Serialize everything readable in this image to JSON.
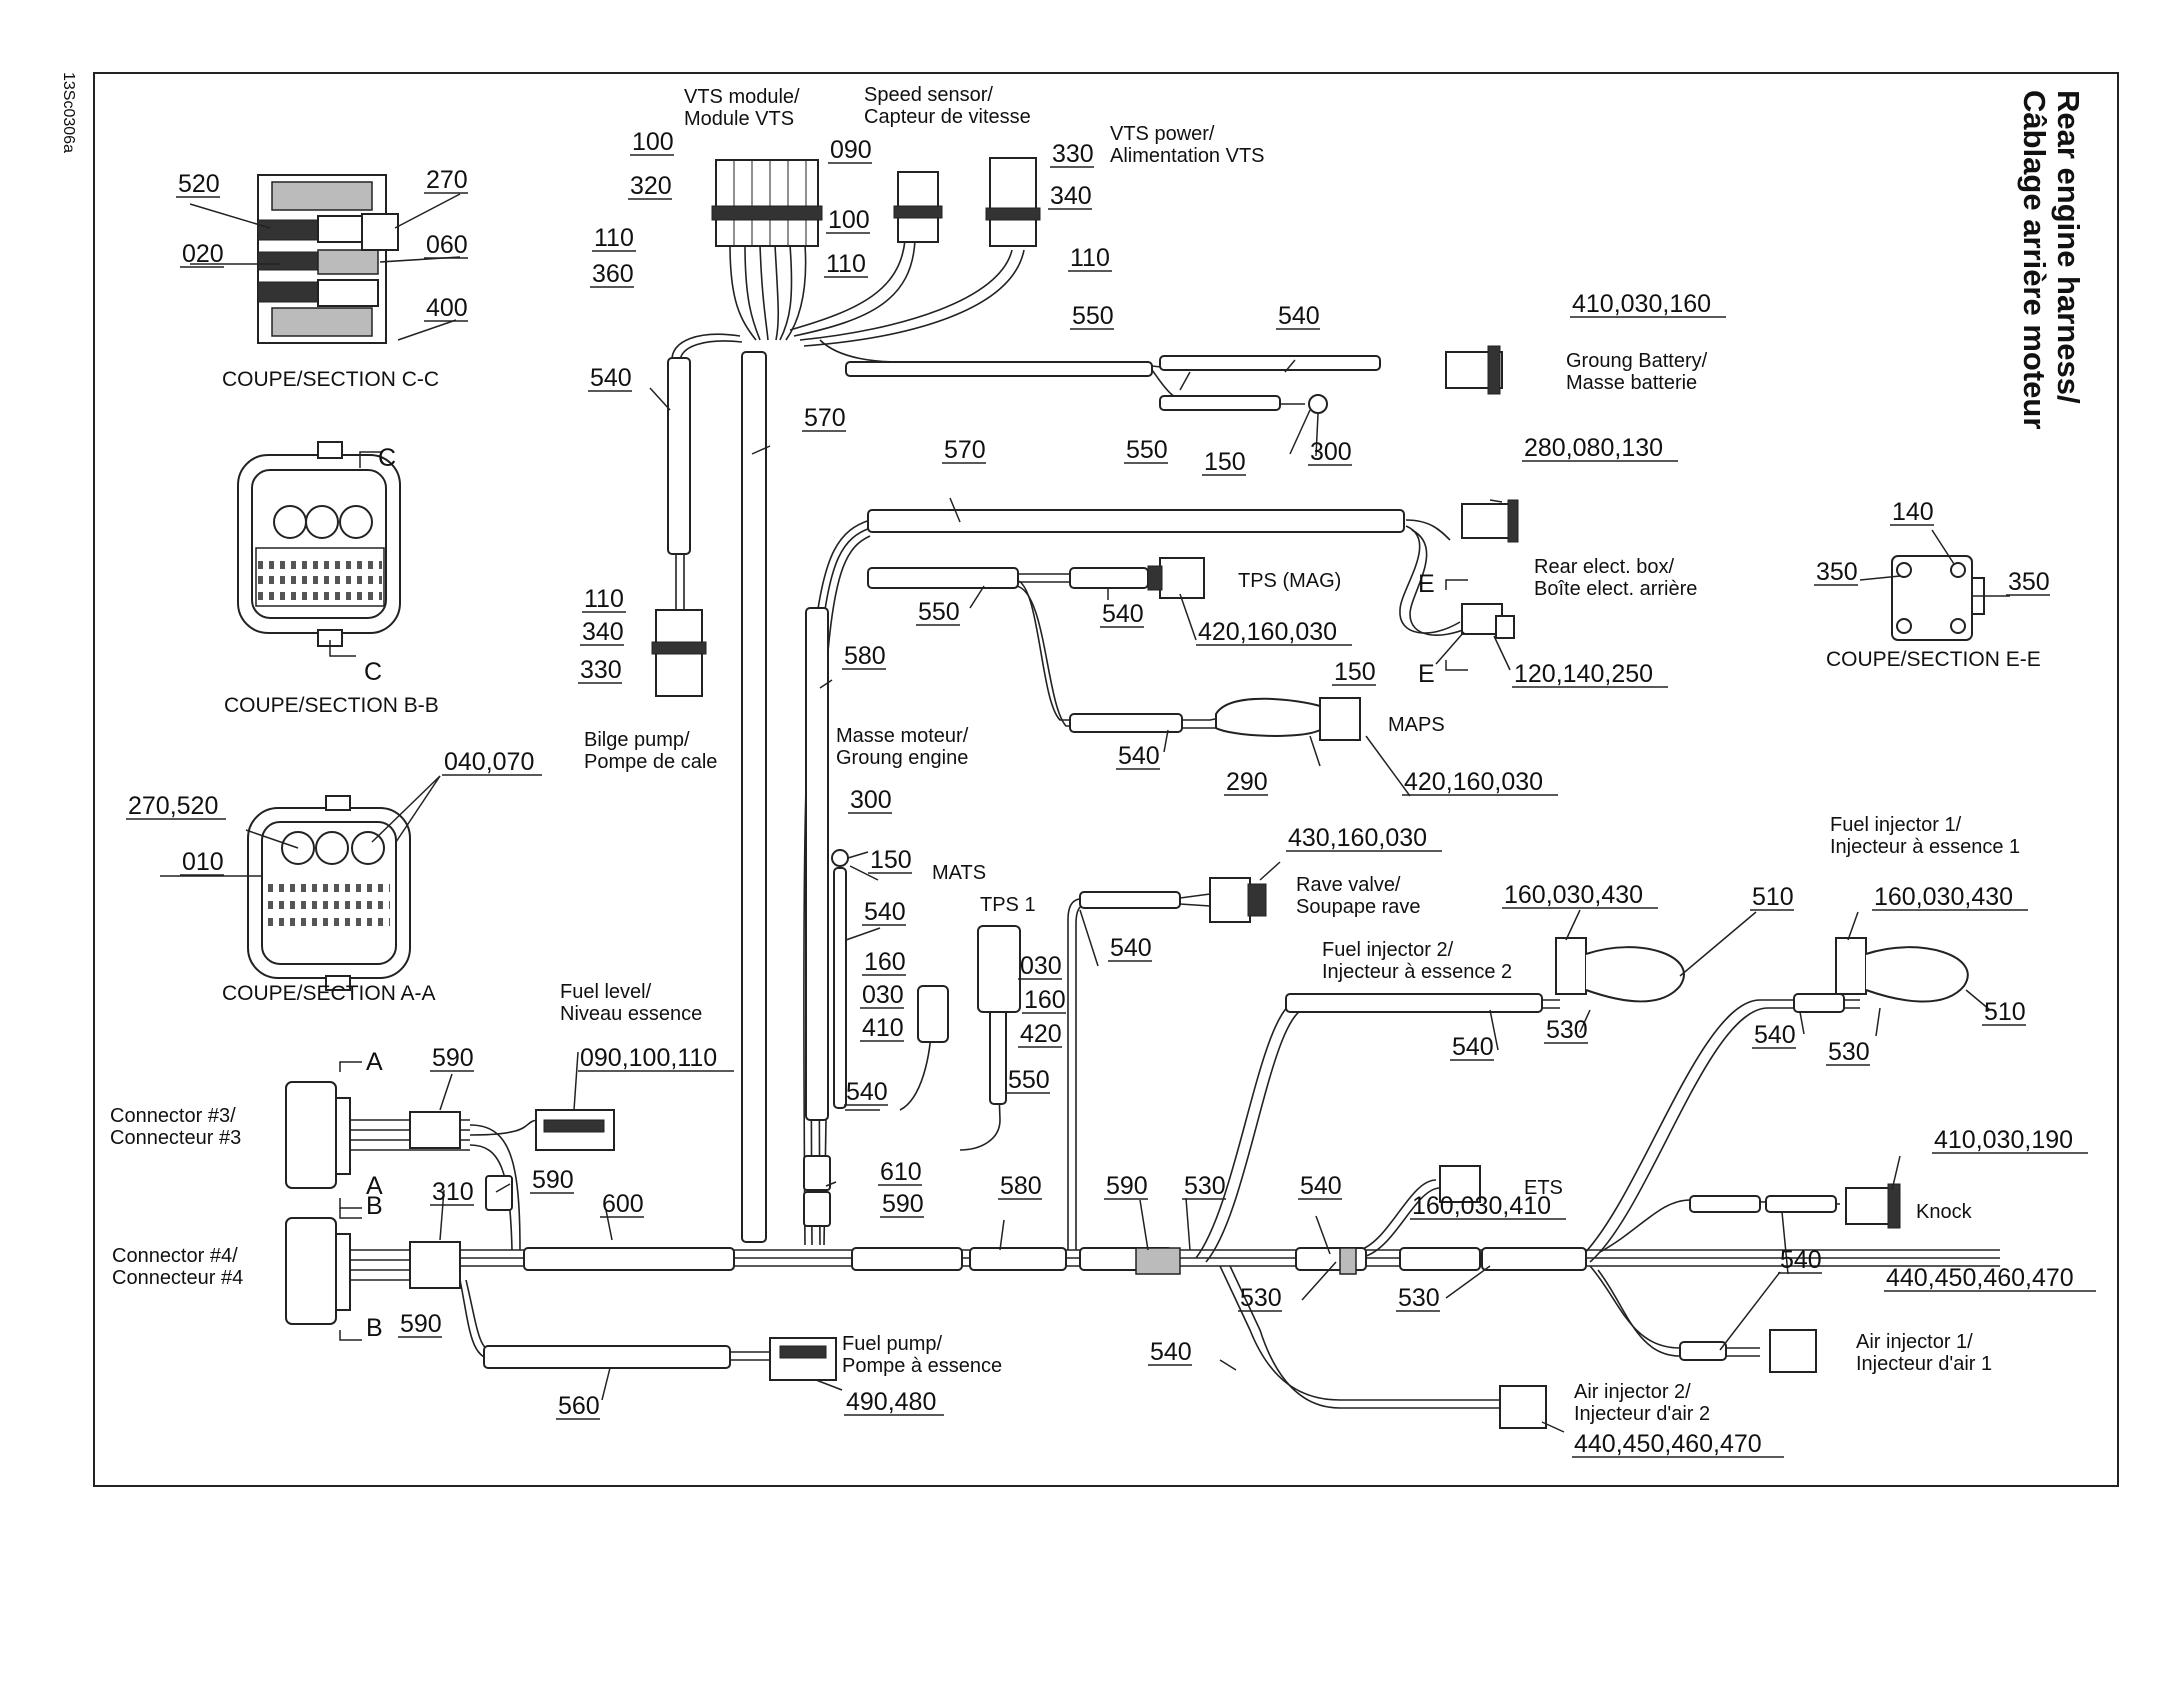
{
  "title": {
    "line1": "Rear engine harness/",
    "line2": "Câblage arrière moteur"
  },
  "side_code": "13Sc0306a",
  "captions": [
    {
      "id": "vts-module",
      "lines": [
        "VTS module/",
        "Module VTS"
      ]
    },
    {
      "id": "speed-sensor",
      "lines": [
        "Speed sensor/",
        "Capteur de vitesse"
      ]
    },
    {
      "id": "vts-power",
      "lines": [
        "VTS power/",
        "Alimentation VTS"
      ]
    },
    {
      "id": "ground-battery",
      "lines": [
        "Groung Battery/",
        "Masse batterie"
      ]
    },
    {
      "id": "rear-elect-box",
      "lines": [
        "Rear elect. box/",
        "Boîte elect. arrière"
      ]
    },
    {
      "id": "tps-mag",
      "lines": [
        "TPS (MAG)"
      ]
    },
    {
      "id": "maps",
      "lines": [
        "MAPS"
      ]
    },
    {
      "id": "bilge-pump",
      "lines": [
        "Bilge pump/",
        "Pompe de cale"
      ]
    },
    {
      "id": "ground-engine",
      "lines": [
        "Masse moteur/",
        "Groung engine"
      ]
    },
    {
      "id": "mats",
      "lines": [
        "MATS"
      ]
    },
    {
      "id": "tps1",
      "lines": [
        "TPS 1"
      ]
    },
    {
      "id": "rave-valve",
      "lines": [
        "Rave valve/",
        "Soupape rave"
      ]
    },
    {
      "id": "fuel-injector-2",
      "lines": [
        "Fuel injector 2/",
        "Injecteur à essence 2"
      ]
    },
    {
      "id": "fuel-injector-1",
      "lines": [
        "Fuel injector 1/",
        "Injecteur à essence 1"
      ]
    },
    {
      "id": "fuel-level",
      "lines": [
        "Fuel level/",
        "Niveau essence"
      ]
    },
    {
      "id": "connector-3",
      "lines": [
        "Connector #3/",
        "Connecteur #3"
      ]
    },
    {
      "id": "connector-4",
      "lines": [
        "Connector #4/",
        "Connecteur #4"
      ]
    },
    {
      "id": "fuel-pump",
      "lines": [
        "Fuel pump/",
        "Pompe à essence"
      ]
    },
    {
      "id": "ets",
      "lines": [
        "ETS"
      ]
    },
    {
      "id": "knock",
      "lines": [
        "Knock"
      ]
    },
    {
      "id": "air-injector-1",
      "lines": [
        "Air injector 1/",
        "Injecteur d'air 1"
      ]
    },
    {
      "id": "air-injector-2",
      "lines": [
        "Air injector 2/",
        "Injecteur d'air 2"
      ]
    }
  ],
  "sections": [
    {
      "id": "section-c",
      "label": "COUPE/SECTION C-C"
    },
    {
      "id": "section-b",
      "label": "COUPE/SECTION B-B"
    },
    {
      "id": "section-a",
      "label": "COUPE/SECTION A-A"
    },
    {
      "id": "section-e",
      "label": "COUPE/SECTION E-E"
    }
  ],
  "callouts": [
    {
      "text": "520"
    },
    {
      "text": "270"
    },
    {
      "text": "020"
    },
    {
      "text": "060"
    },
    {
      "text": "400"
    },
    {
      "text": "100"
    },
    {
      "text": "320"
    },
    {
      "text": "110"
    },
    {
      "text": "360"
    },
    {
      "text": "090"
    },
    {
      "text": "100"
    },
    {
      "text": "110"
    },
    {
      "text": "330"
    },
    {
      "text": "340"
    },
    {
      "text": "110"
    },
    {
      "text": "550"
    },
    {
      "text": "540"
    },
    {
      "text": "410,030,160"
    },
    {
      "text": "540"
    },
    {
      "text": "570"
    },
    {
      "text": "550"
    },
    {
      "text": "150"
    },
    {
      "text": "300"
    },
    {
      "text": "570"
    },
    {
      "text": "280,080,130"
    },
    {
      "text": "550"
    },
    {
      "text": "540"
    },
    {
      "text": "420,160,030"
    },
    {
      "text": "150"
    },
    {
      "text": "120,140,250"
    },
    {
      "text": "110"
    },
    {
      "text": "340"
    },
    {
      "text": "330"
    },
    {
      "text": "580"
    },
    {
      "text": "540"
    },
    {
      "text": "290"
    },
    {
      "text": "420,160,030"
    },
    {
      "text": "140"
    },
    {
      "text": "350"
    },
    {
      "text": "350"
    },
    {
      "text": "040,070"
    },
    {
      "text": "270,520"
    },
    {
      "text": "010"
    },
    {
      "text": "300"
    },
    {
      "text": "150"
    },
    {
      "text": "540"
    },
    {
      "text": "160"
    },
    {
      "text": "030"
    },
    {
      "text": "410"
    },
    {
      "text": "030"
    },
    {
      "text": "160"
    },
    {
      "text": "420"
    },
    {
      "text": "540"
    },
    {
      "text": "550"
    },
    {
      "text": "430,160,030"
    },
    {
      "text": "540"
    },
    {
      "text": "160,030,430"
    },
    {
      "text": "510"
    },
    {
      "text": "160,030,430"
    },
    {
      "text": "510"
    },
    {
      "text": "540"
    },
    {
      "text": "530"
    },
    {
      "text": "540"
    },
    {
      "text": "530"
    },
    {
      "text": "590"
    },
    {
      "text": "090,100,110"
    },
    {
      "text": "590"
    },
    {
      "text": "310"
    },
    {
      "text": "600"
    },
    {
      "text": "610"
    },
    {
      "text": "590"
    },
    {
      "text": "580"
    },
    {
      "text": "590"
    },
    {
      "text": "530"
    },
    {
      "text": "540"
    },
    {
      "text": "160,030,410"
    },
    {
      "text": "410,030,190"
    },
    {
      "text": "530"
    },
    {
      "text": "530"
    },
    {
      "text": "540"
    },
    {
      "text": "440,450,460,470"
    },
    {
      "text": "540"
    },
    {
      "text": "590"
    },
    {
      "text": "560"
    },
    {
      "text": "490,480"
    },
    {
      "text": "440,450,460,470"
    },
    {
      "text": "A"
    },
    {
      "text": "A"
    },
    {
      "text": "B"
    },
    {
      "text": "B"
    },
    {
      "text": "E"
    },
    {
      "text": "E"
    },
    {
      "text": "C"
    },
    {
      "text": "C"
    }
  ]
}
